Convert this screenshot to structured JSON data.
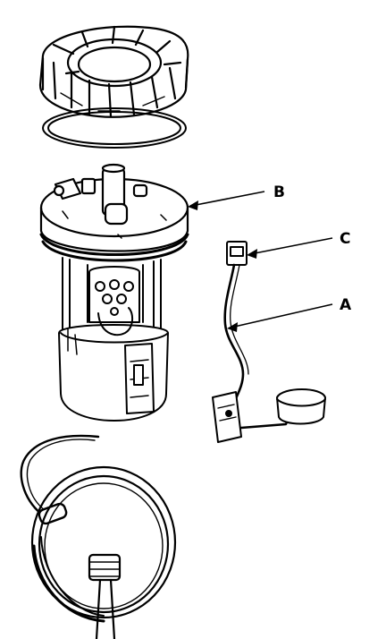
{
  "callouts": {
    "a": "A",
    "b": "B",
    "c": "C"
  },
  "colors": {
    "ink": "#000000",
    "paper": "#ffffff"
  },
  "parts": [
    "locknut-ring",
    "o-ring-seal",
    "fuel-pump-module-flange",
    "fuel-pump-assembly",
    "fuel-level-sender-wire",
    "harness-connector",
    "fuel-level-sender-unit",
    "float",
    "pump-lead-wire",
    "fuel-hose"
  ]
}
